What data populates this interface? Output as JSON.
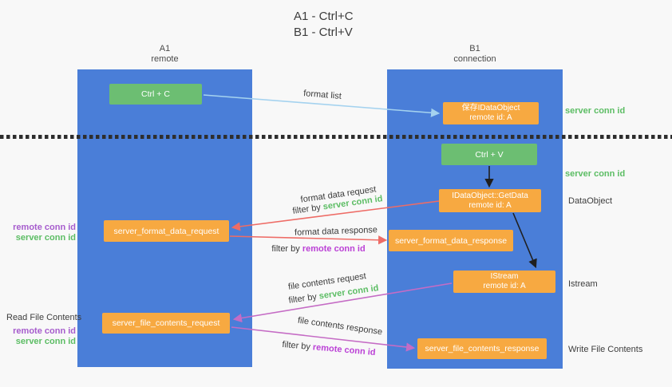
{
  "title": {
    "line1": "A1 - Ctrl+C",
    "line2": "B1 - Ctrl+V"
  },
  "lanes": {
    "left": {
      "name": "A1",
      "role": "remote"
    },
    "right": {
      "name": "B1",
      "role": "connection"
    }
  },
  "nodes": {
    "ctrl_c": {
      "label": "Ctrl + C"
    },
    "ctrl_v": {
      "label": "Ctrl + V"
    },
    "save_dataobject": {
      "line1": "保存IDataObject",
      "line2": "remote id: A"
    },
    "getdata": {
      "line1": "IDataObject::GetData",
      "line2": "remote id: A"
    },
    "istream": {
      "line1": "IStream",
      "line2": "remote id: A"
    },
    "format_request": {
      "label": "server_format_data_request"
    },
    "format_response": {
      "label": "server_format_data_response"
    },
    "file_request": {
      "label": "server_file_contents_request"
    },
    "file_response": {
      "label": "server_file_contents_response"
    }
  },
  "arrows": {
    "format_list": {
      "label": "format list"
    },
    "format_data_request": {
      "label": "format data request",
      "filter_prefix": "filter by",
      "filter_key": "server conn id"
    },
    "format_data_response": {
      "label": "format data response",
      "filter_prefix": "filter by",
      "filter_key": "remote conn id"
    },
    "file_contents_request": {
      "label": "file contents request",
      "filter_prefix": "filter by",
      "filter_key": "server conn id"
    },
    "file_contents_response": {
      "label": "file contents response",
      "filter_prefix": "filter by",
      "filter_key": "remote conn id"
    }
  },
  "side_labels": {
    "server_conn_id_top": "server conn id",
    "server_conn_id_mid": "server conn id",
    "dataobject": "DataObject",
    "istream": "Istream",
    "read_file_contents": "Read File Contents",
    "write_file_contents": "Write File Contents",
    "left_pair_top": {
      "remote": "remote conn id",
      "server": "server conn id"
    },
    "left_pair_bottom": {
      "remote": "remote conn id",
      "server": "server conn id"
    }
  },
  "colors": {
    "lane_blue": "#4a7ed8",
    "node_green": "#6cbe72",
    "node_orange": "#f7a941",
    "arrow_lightblue": "#a4d2ef",
    "arrow_salmon": "#ee6c66",
    "arrow_magenta": "#c56cc5",
    "arrow_black": "#1f1f1f",
    "text_green": "#5cbd64",
    "text_purple": "#a65ccd",
    "text_bright_purple": "#bb41d6"
  }
}
